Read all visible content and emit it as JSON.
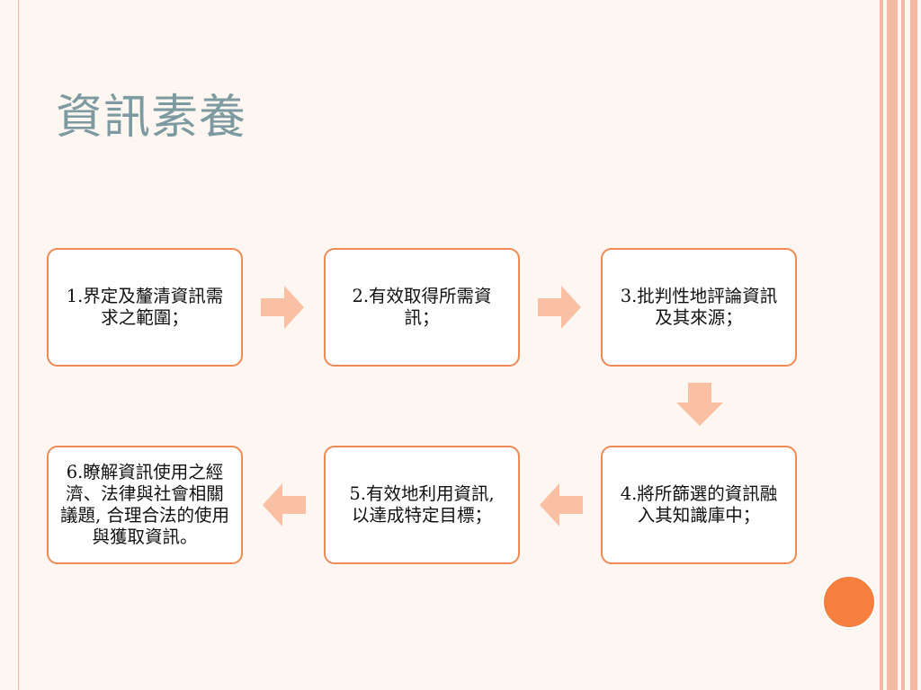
{
  "slide": {
    "title": "資訊素養"
  },
  "steps": [
    {
      "id": 1,
      "text": "1.界定及釐清資訊需求之範圍；"
    },
    {
      "id": 2,
      "text": "2.有效取得所需資訊；"
    },
    {
      "id": 3,
      "text": "3.批判性地評論資訊及其來源；"
    },
    {
      "id": 4,
      "text": "4.將所篩選的資訊融入其知識庫中；"
    },
    {
      "id": 5,
      "text": "5.有效地利用資訊, 以達成特定目標；"
    },
    {
      "id": 6,
      "text": "6.瞭解資訊使用之經濟、法律與社會相關議題, 合理合法的使用與獲取資訊。"
    }
  ],
  "colors": {
    "title": "#7c9aa0",
    "box_border": "#ef8a55",
    "arrow": "#f9c0a4",
    "accent_circle": "#f47f3e",
    "stripe": "#f3b9a2",
    "background": "#fdf6f1"
  }
}
